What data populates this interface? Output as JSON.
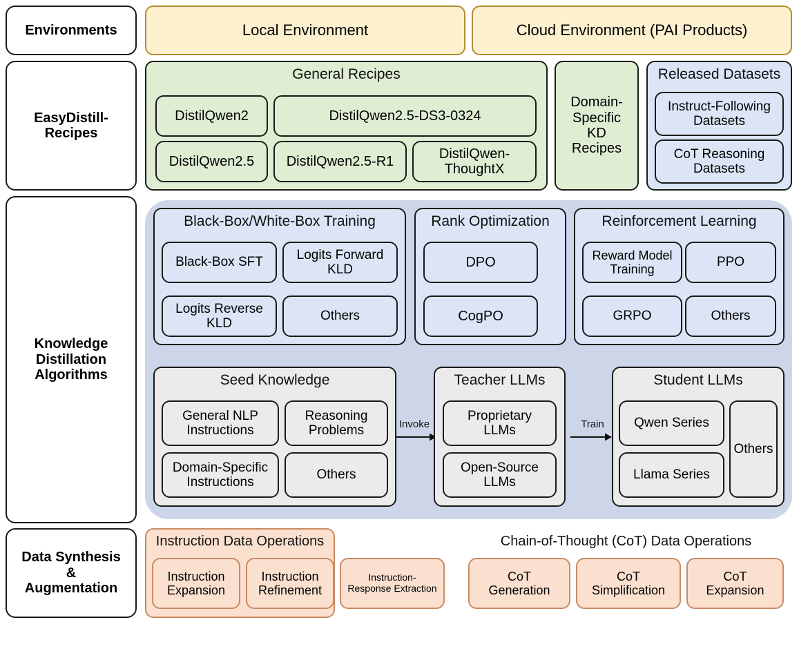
{
  "diagram": {
    "title": "EasyDistill Framework Architecture",
    "colors": {
      "cream": "#fdf0cf",
      "green": "#dfeed3",
      "blue": "#dbe5f5",
      "gray": "#ebebeb",
      "peach": "#fbe0cf",
      "kd_backdrop": "#ccd6e8",
      "stroke": "#1a1a1a"
    }
  },
  "rows": [
    {
      "label": "Environments"
    },
    {
      "label": "EasyDistill-\nRecipes"
    },
    {
      "label": "Knowledge\nDistillation\nAlgorithms"
    },
    {
      "label": "Data Synthesis\n&\nAugmentation"
    }
  ],
  "row_labels": {
    "environments": "Environments",
    "easydistill_recipes_line1": "EasyDistill-",
    "easydistill_recipes_line2": "Recipes",
    "kd_line1": "Knowledge",
    "kd_line2": "Distillation",
    "kd_line3": "Algorithms",
    "data_line1": "Data Synthesis",
    "data_line2": "&",
    "data_line3": "Augmentation"
  },
  "environments": {
    "local": "Local Environment",
    "cloud": "Cloud Environment (PAI Products)"
  },
  "recipes": {
    "general_recipes": {
      "title": "General Recipes",
      "items": [
        "DistilQwen2",
        "DistilQwen2.5-DS3-0324",
        "DistilQwen2.5",
        "DistilQwen2.5-R1",
        "DistilQwen-ThoughtX"
      ],
      "item_thoughtx_line1": "DistilQwen-",
      "item_thoughtx_line2": "ThoughtX"
    },
    "domain_specific": {
      "line1": "Domain-",
      "line2": "Specific",
      "line3": "KD",
      "line4": "Recipes"
    },
    "released_datasets": {
      "title": "Released Datasets",
      "items": [
        {
          "line1": "Instruct-Following",
          "line2": "Datasets"
        },
        {
          "line1": "CoT Reasoning",
          "line2": "Datasets"
        }
      ]
    }
  },
  "kd_algorithms": {
    "training": {
      "title": "Black-Box/White-Box Training",
      "items": [
        {
          "line1": "Black-Box SFT",
          "line2": ""
        },
        {
          "line1": "Logits Forward",
          "line2": "KLD"
        },
        {
          "line1": "Logits Reverse",
          "line2": "KLD"
        },
        {
          "line1": "Others",
          "line2": ""
        }
      ]
    },
    "rank_optimization": {
      "title": "Rank Optimization",
      "items": [
        "DPO",
        "CogPO"
      ]
    },
    "reinforcement_learning": {
      "title": "Reinforcement Learning",
      "items": [
        {
          "line1": "Reward Model",
          "line2": "Training"
        },
        {
          "line1": "PPO",
          "line2": ""
        },
        {
          "line1": "GRPO",
          "line2": ""
        },
        {
          "line1": "Others",
          "line2": ""
        }
      ]
    },
    "pipeline": {
      "seed_knowledge": {
        "title": "Seed Knowledge",
        "items": [
          {
            "line1": "General NLP",
            "line2": "Instructions"
          },
          {
            "line1": "Reasoning",
            "line2": "Problems"
          },
          {
            "line1": "Domain-Specific",
            "line2": "Instructions"
          },
          {
            "line1": "Others",
            "line2": ""
          }
        ]
      },
      "teacher_llms": {
        "title": "Teacher LLMs",
        "items": [
          {
            "line1": "Proprietary",
            "line2": "LLMs"
          },
          {
            "line1": "Open-Source",
            "line2": "LLMs"
          }
        ]
      },
      "student_llms": {
        "title": "Student LLMs",
        "items": [
          "Qwen Series",
          "Llama Series",
          "Others"
        ]
      },
      "arrows": [
        {
          "label": "Invoke"
        },
        {
          "label": "Train"
        }
      ]
    }
  },
  "data_synthesis": {
    "instruction_ops": {
      "title": "Instruction Data Operations",
      "items": [
        {
          "line1": "Instruction",
          "line2": "Expansion"
        },
        {
          "line1": "Instruction",
          "line2": "Refinement"
        },
        {
          "line1": "Instruction-",
          "line2": "Response Extraction"
        }
      ]
    },
    "cot_ops": {
      "title": "Chain-of-Thought (CoT) Data Operations",
      "items": [
        {
          "line1": "CoT",
          "line2": "Generation"
        },
        {
          "line1": "CoT",
          "line2": "Simplification"
        },
        {
          "line1": "CoT",
          "line2": "Expansion"
        }
      ]
    }
  }
}
